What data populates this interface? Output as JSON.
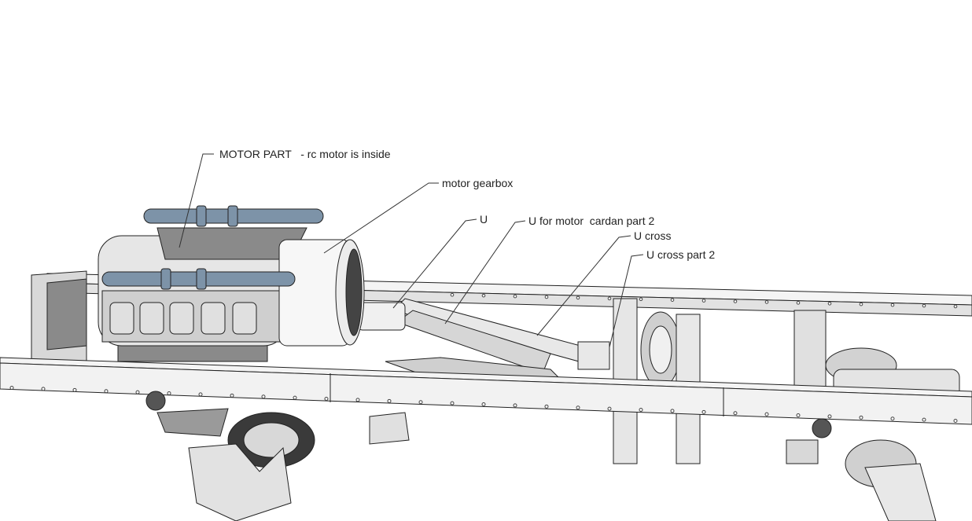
{
  "labels": {
    "motor_part": "MOTOR PART   - rc motor is inside",
    "motor_gearbox": "motor gearbox",
    "u": "U",
    "u_cardan": "U for motor  cardan part 2",
    "u_cross": "U cross",
    "u_cross_part2": "U cross part 2"
  },
  "colors": {
    "tube": "#7d93a8",
    "frame": "#f2f2f2",
    "edge": "#222222",
    "shade": "#9a9a9a"
  }
}
